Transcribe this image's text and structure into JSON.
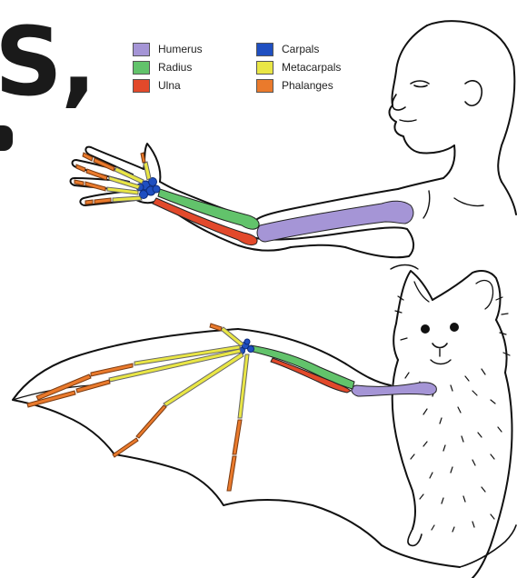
{
  "fragment": {
    "text": "S,"
  },
  "legend": {
    "items": [
      {
        "label": "Humerus",
        "color": "#a595d6"
      },
      {
        "label": "Radius",
        "color": "#62c36b"
      },
      {
        "label": "Ulna",
        "color": "#e2492b"
      },
      {
        "label": "Carpals",
        "color": "#1f4fc1"
      },
      {
        "label": "Metacarpals",
        "color": "#e9e645"
      },
      {
        "label": "Phalanges",
        "color": "#ea7a2c"
      }
    ]
  }
}
